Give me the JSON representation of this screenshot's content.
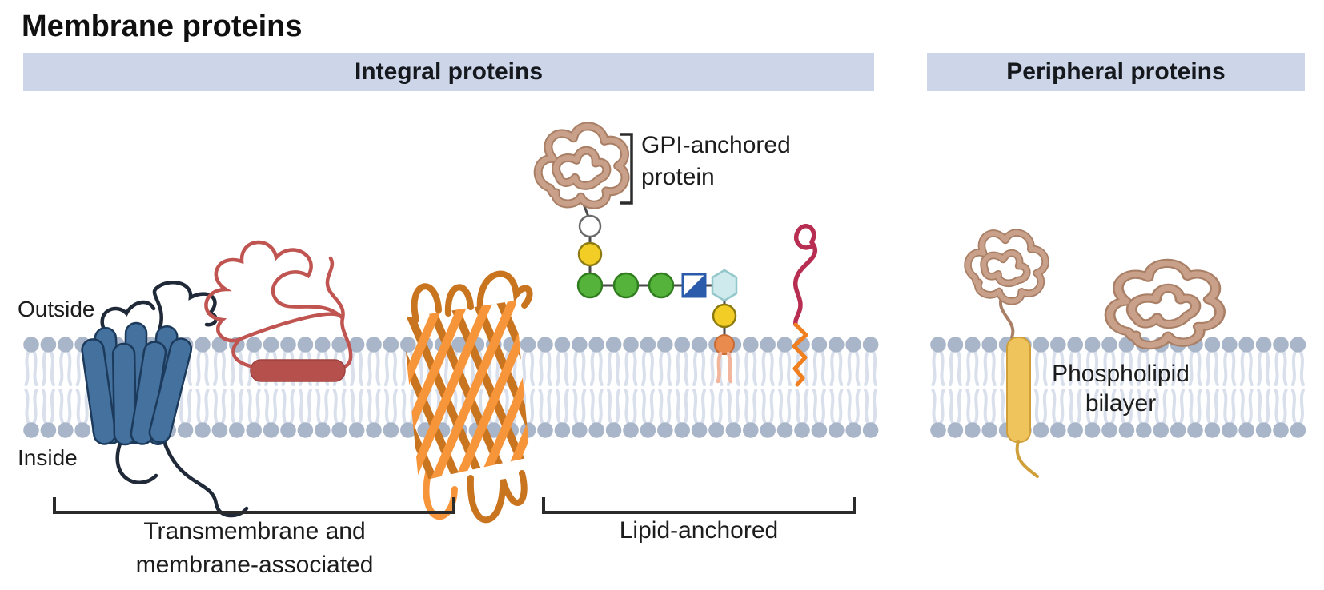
{
  "title": "Membrane proteins",
  "headers": {
    "integral": "Integral proteins",
    "peripheral": "Peripheral proteins"
  },
  "labels": {
    "outside": "Outside",
    "inside": "Inside",
    "gpi": [
      "GPI-anchored",
      "protein"
    ],
    "bilayer": [
      "Phospholipid",
      "bilayer"
    ],
    "group_transmembrane": [
      "Transmembrane and",
      "membrane-associated"
    ],
    "group_lipid_anchored": "Lipid-anchored"
  },
  "colors": {
    "header_bg": "#cdd5e9",
    "ink": "#2b2b2b",
    "text": "#1c1c1c",
    "lipid_head": "#a9b5c8",
    "lipid_tail": "#d9e0ec",
    "helix_fill": "#44719e",
    "helix_stroke": "#1c3a5c",
    "loop_dark": "#1f2937",
    "red_line": "#c05450",
    "red_cylinder": "#b5504c",
    "barrel_light": "#f7953a",
    "barrel_dark": "#c9741f",
    "tan": "#c9a089",
    "tan_dark": "#a97f66",
    "glycan_line": "#4a4a4a",
    "glycan_white": "#ffffff",
    "glycan_yellow": "#f2cd25",
    "glycan_green": "#55b23a",
    "glycan_green_stroke": "#2f7d1e",
    "glycan_blue": "#2b5cab",
    "glycan_hex": "#cfeaec",
    "glycan_hex_stroke": "#93c7cc",
    "glycan_orange": "#e98a4e",
    "gpi_tail": "#f2b49a",
    "crimson": "#b82e52",
    "lipid_zigzag": "#ef7f1f",
    "gold": "#f0c45d",
    "gold_stroke": "#cf9f3a"
  }
}
